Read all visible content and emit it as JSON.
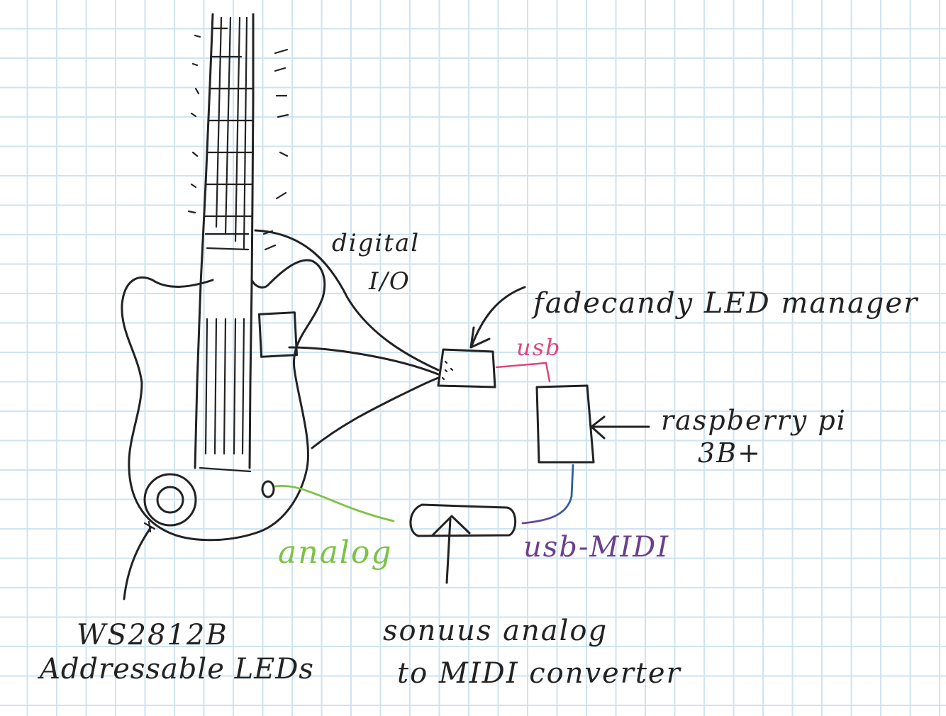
{
  "labels": {
    "digital": "digital",
    "io": "I/O",
    "fadecandy": "fadecandy LED manager",
    "usb": "usb",
    "raspberry_line1": "raspberry pi",
    "raspberry_line2": "3B+",
    "usb_midi": "usb-MIDI",
    "analog": "analog",
    "leds_line1": "WS2812B",
    "leds_line2": "Addressable LEDs",
    "converter_line1": "sonuus analog",
    "converter_line2": "to MIDI converter"
  },
  "colors": {
    "ink": "#222222",
    "usb": "#e0457b",
    "usb_midi_start": "#7a3e9b",
    "usb_midi_end": "#2e5f9e",
    "analog": "#7cc243",
    "grid": "#cfe3f2"
  }
}
